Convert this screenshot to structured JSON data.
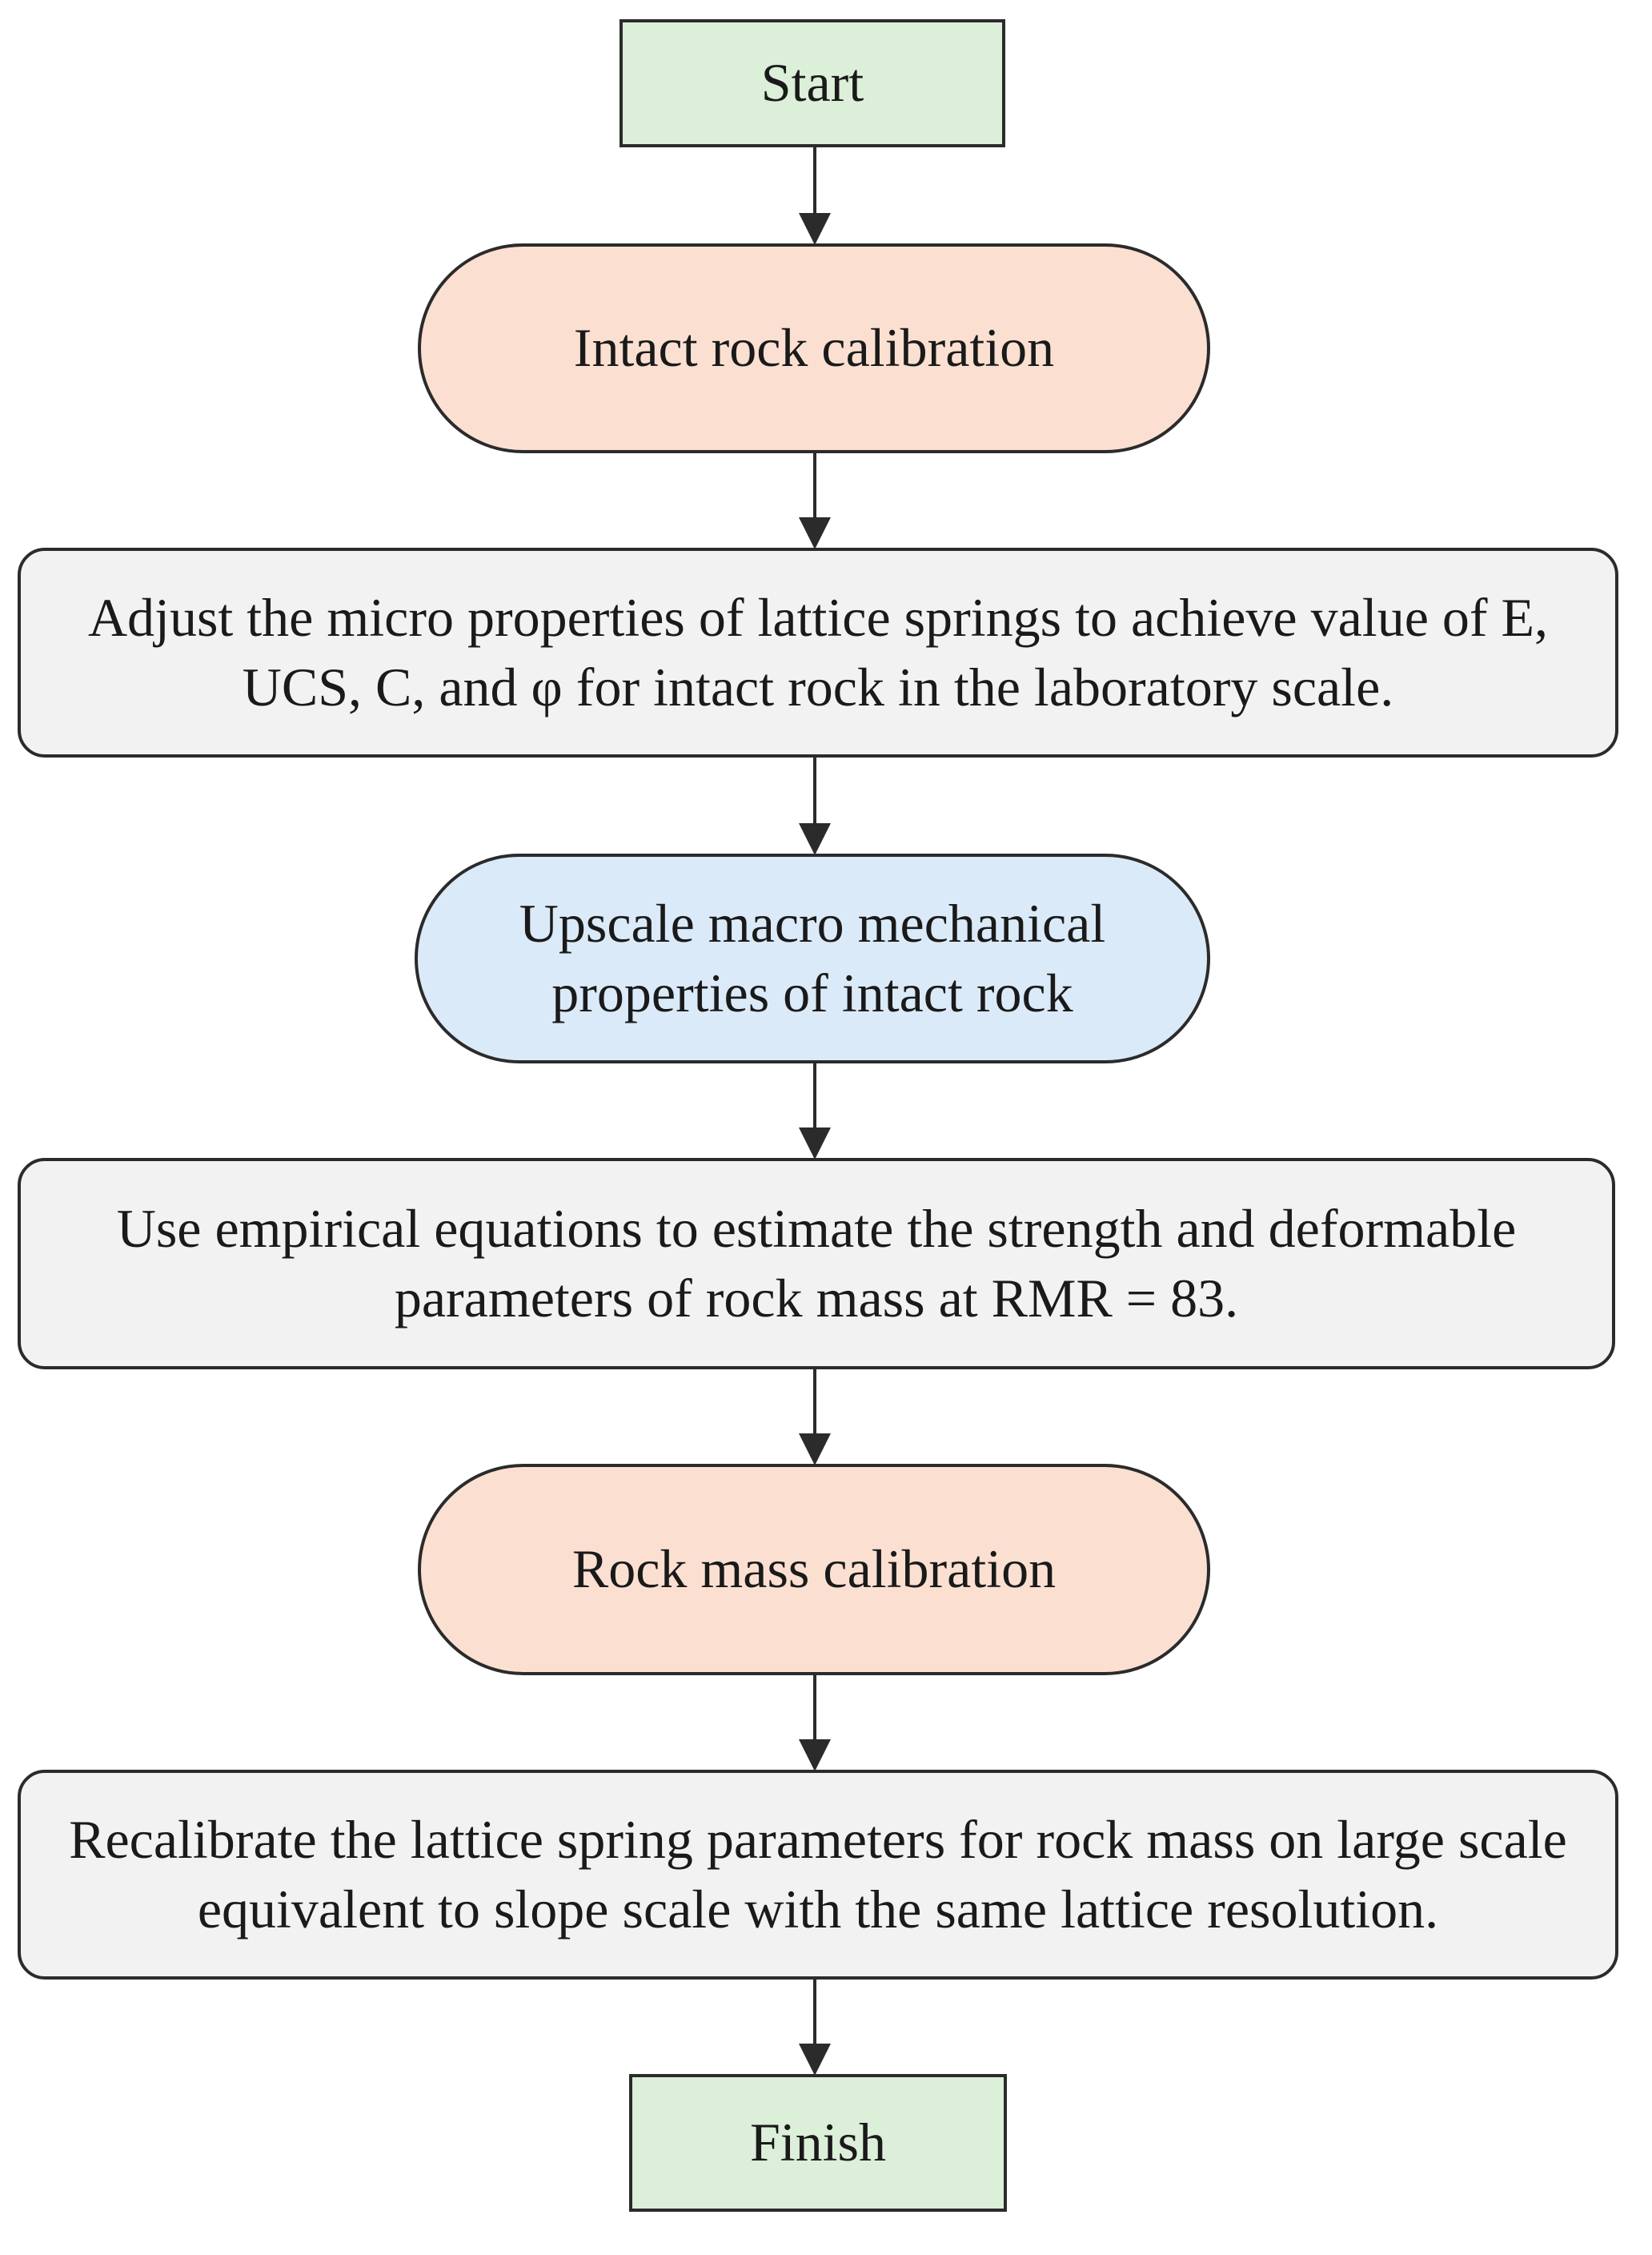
{
  "colors": {
    "terminal_fill": "#dcefd9",
    "calibration_fill": "#fbe0d2",
    "upscale_fill": "#dbeaf8",
    "process_fill": "#f2f2f2",
    "stroke": "#2b2b2b"
  },
  "flowchart": {
    "nodes": [
      {
        "id": "start",
        "shape": "terminal",
        "fill": "terminal",
        "text": "Start"
      },
      {
        "id": "intact-rock-calibration",
        "shape": "rounded",
        "fill": "calibration",
        "text": "Intact rock calibration"
      },
      {
        "id": "adjust-micro-properties",
        "shape": "process",
        "fill": "process",
        "text": "Adjust the micro properties of lattice springs to achieve value of E, UCS, C, and φ for intact rock in the laboratory scale."
      },
      {
        "id": "upscale-macro-properties",
        "shape": "rounded",
        "fill": "upscale",
        "text": "Upscale macro mechanical properties of intact rock"
      },
      {
        "id": "empirical-equations",
        "shape": "process",
        "fill": "process",
        "text": "Use empirical equations to estimate the strength and deformable parameters of rock mass at RMR = 83."
      },
      {
        "id": "rock-mass-calibration",
        "shape": "rounded",
        "fill": "calibration",
        "text": "Rock mass calibration"
      },
      {
        "id": "recalibrate-lattice",
        "shape": "process",
        "fill": "process",
        "text": "Recalibrate the lattice spring parameters for rock mass on large scale equivalent to slope scale with the same lattice resolution."
      },
      {
        "id": "finish",
        "shape": "terminal",
        "fill": "terminal",
        "text": "Finish"
      }
    ],
    "edges": [
      {
        "from": "start",
        "to": "intact-rock-calibration"
      },
      {
        "from": "intact-rock-calibration",
        "to": "adjust-micro-properties"
      },
      {
        "from": "adjust-micro-properties",
        "to": "upscale-macro-properties"
      },
      {
        "from": "upscale-macro-properties",
        "to": "empirical-equations"
      },
      {
        "from": "empirical-equations",
        "to": "rock-mass-calibration"
      },
      {
        "from": "rock-mass-calibration",
        "to": "recalibrate-lattice"
      },
      {
        "from": "recalibrate-lattice",
        "to": "finish"
      }
    ]
  }
}
